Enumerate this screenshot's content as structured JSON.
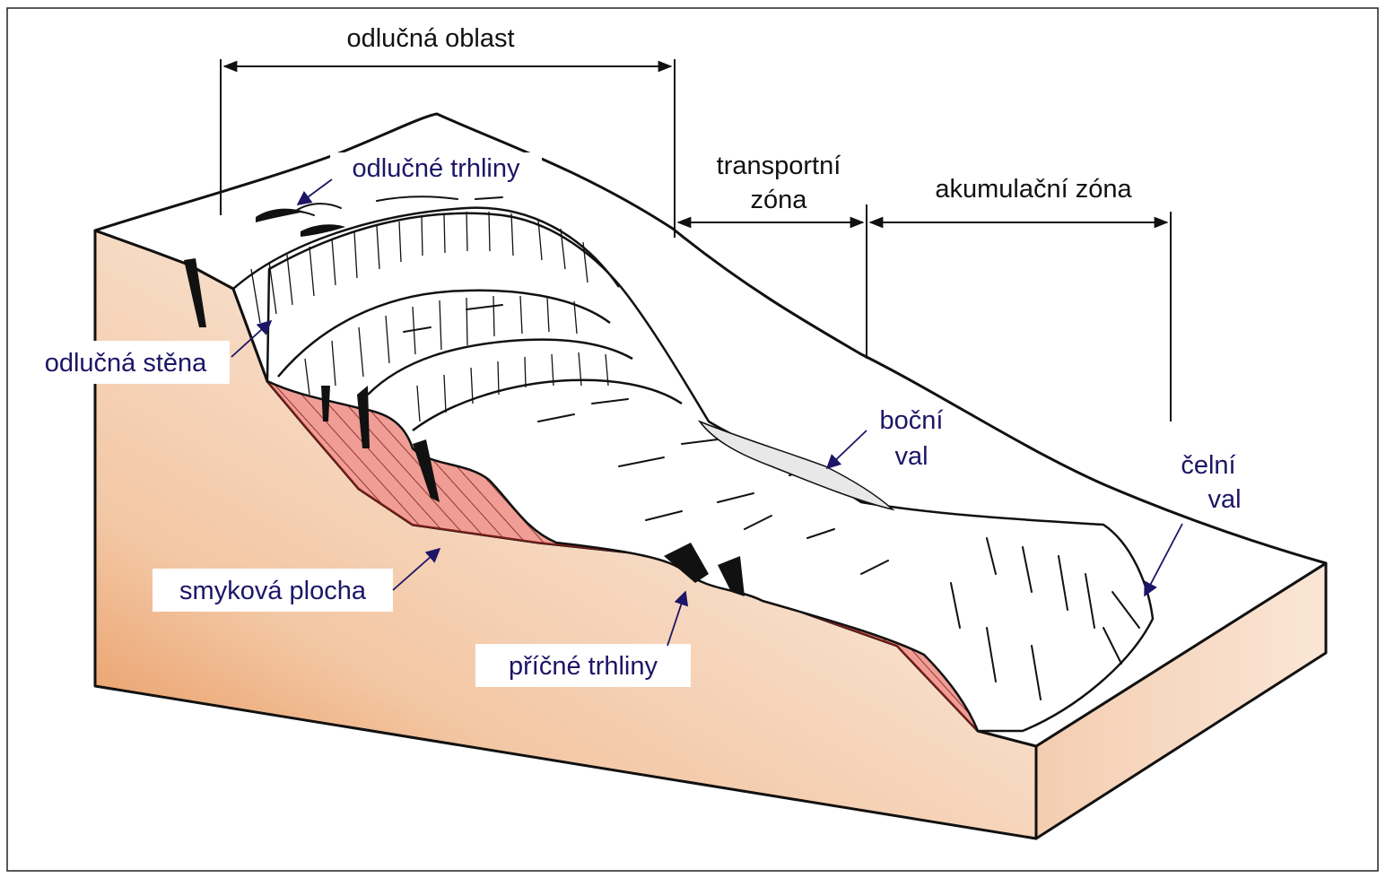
{
  "labels": {
    "detachment_area": "odlučná oblast",
    "transport_zone_line1": "transportní",
    "transport_zone_line2": "zóna",
    "accumulation_zone": "akumulační zóna",
    "detachment_cracks": "odlučné trhliny",
    "detachment_wall": "odlučná stěna",
    "lateral_ridge_line1": "boční",
    "lateral_ridge_line2": "val",
    "frontal_ridge_line1": "čelní",
    "frontal_ridge_line2": "val",
    "slip_surface": "smyková plocha",
    "transverse_cracks": "příčné trhliny"
  },
  "colors": {
    "frame": "#222222",
    "outline": "#111111",
    "soil_light": "#f9e6d7",
    "soil_mid": "#f3c7a4",
    "soil_dark": "#e58a4a",
    "slip_fill": "#ef9d95",
    "slip_hatch": "#7a1d1a",
    "label_blue": "#1d1566",
    "arrow_blue": "#1d1566"
  }
}
